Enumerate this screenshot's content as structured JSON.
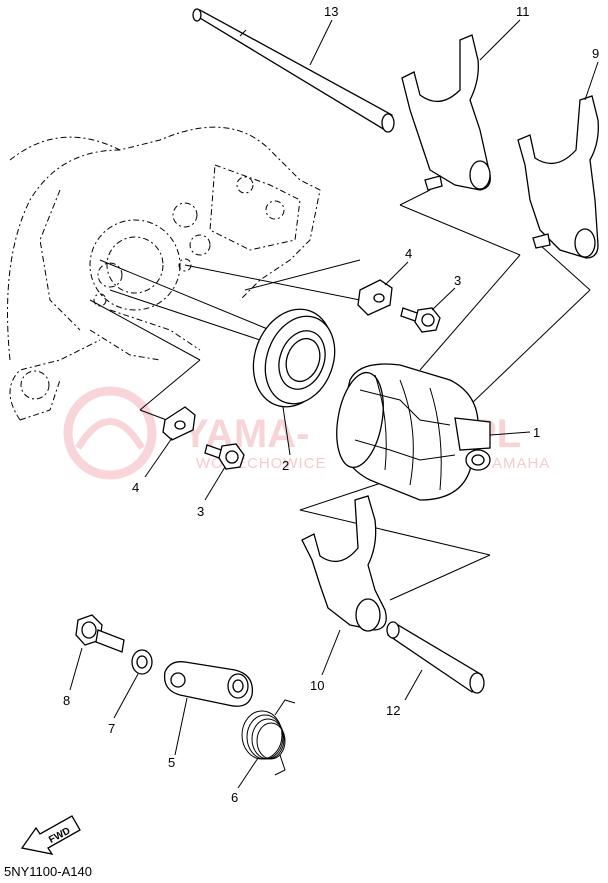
{
  "diagram": {
    "code": "5NY1100-A140",
    "fwd_label": "FWD",
    "watermark": {
      "main": "YAMA-",
      "main_right": "PL",
      "sub": "WOJ",
      "sub_mid": "ECHOWICE",
      "sub_right": "AMAHA"
    },
    "callouts": [
      {
        "id": "1",
        "label": "1"
      },
      {
        "id": "2",
        "label": "2"
      },
      {
        "id": "3a",
        "label": "3"
      },
      {
        "id": "3b",
        "label": "3"
      },
      {
        "id": "4a",
        "label": "4"
      },
      {
        "id": "4b",
        "label": "4"
      },
      {
        "id": "5",
        "label": "5"
      },
      {
        "id": "6",
        "label": "6"
      },
      {
        "id": "7",
        "label": "7"
      },
      {
        "id": "8",
        "label": "8"
      },
      {
        "id": "9",
        "label": "9"
      },
      {
        "id": "10",
        "label": "10"
      },
      {
        "id": "11",
        "label": "11"
      },
      {
        "id": "12",
        "label": "12"
      },
      {
        "id": "13",
        "label": "13"
      }
    ]
  }
}
